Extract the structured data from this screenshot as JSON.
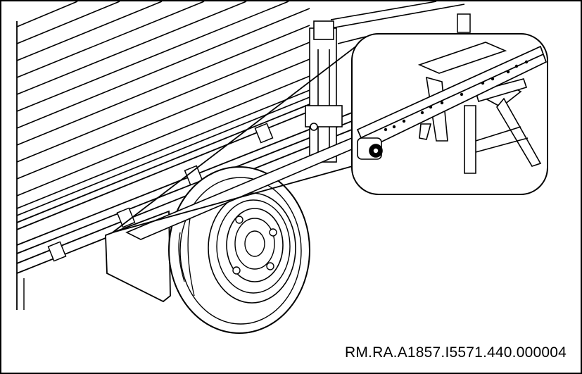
{
  "figure": {
    "reference_code": "RM.RA.A1857.I5571.440.000004"
  },
  "colors": {
    "line": "#000000",
    "paper": "#ffffff",
    "shadow": "#d9d9d9"
  },
  "icons": {
    "drawing": "truck-cargo-body-chassis-line-art",
    "detail_inset": "magnifier-callout-frame-rail-trestle"
  }
}
